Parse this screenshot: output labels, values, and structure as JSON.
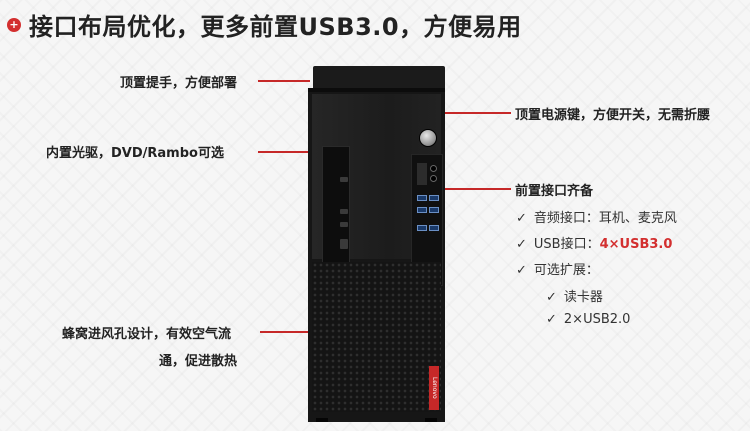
{
  "title": "接口布局优化，更多前置USB3.0，方便易用",
  "title_bullet": "+",
  "left_labels": {
    "top_handle": "顶置提手，方便部署",
    "optical": "内置光驱，DVD/Rambo可选",
    "vent_line1": "蜂窝进风孔设计，有效空气流",
    "vent_line2": "通，促进散热"
  },
  "right_labels": {
    "power": "顶置电源键，方便开关，无需折腰",
    "ports_heading": "前置接口齐备",
    "audio_item": "音频接口：耳机、麦克风",
    "usb_item_prefix": "USB接口：",
    "usb_item_highlight": "4×USB3.0",
    "expand_item": "可选扩展：",
    "card_reader": "读卡器",
    "usb2_item": "2×USB2.0"
  },
  "check_mark": "✓",
  "brand_text": "Lenovo",
  "colors": {
    "accent": "#d32f2f",
    "line": "#c62828",
    "text": "#222222"
  }
}
